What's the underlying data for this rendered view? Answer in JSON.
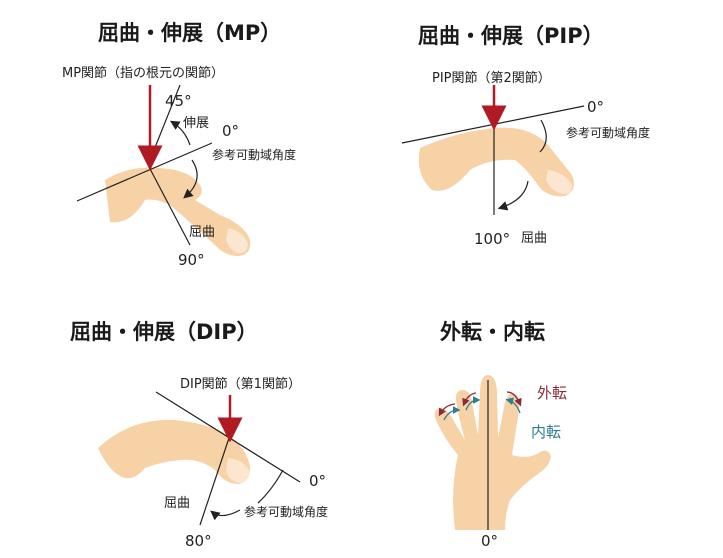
{
  "panels": {
    "mp": {
      "title": "屈曲・伸展（MP）",
      "joint": "MP関節（指の根元の関節）",
      "ext_angle": "45°",
      "ext_label": "伸展",
      "zero": "0°",
      "ref_label": "参考可動域角度",
      "flex_label": "屈曲",
      "flex_angle": "90°"
    },
    "pip": {
      "title": "屈曲・伸展（PIP）",
      "joint": "PIP関節（第2関節）",
      "zero": "0°",
      "ref_label": "参考可動域角度",
      "flex_angle": "100°",
      "flex_label": "屈曲"
    },
    "dip": {
      "title": "屈曲・伸展（DIP）",
      "joint": "DIP関節（第1関節）",
      "zero": "0°",
      "flex_label": "屈曲",
      "ref_label": "参考可動域角度",
      "flex_angle": "80°"
    },
    "abd": {
      "title": "外転・内転",
      "abd_label": "外転",
      "add_label": "内転",
      "zero": "0°"
    }
  },
  "colors": {
    "skin": "#f6d2a6",
    "nail": "#fbe6cf",
    "arrow_red": "#b11a22",
    "abd_color": "#8a2a3a",
    "add_color": "#2d7d93",
    "line": "#222222"
  }
}
